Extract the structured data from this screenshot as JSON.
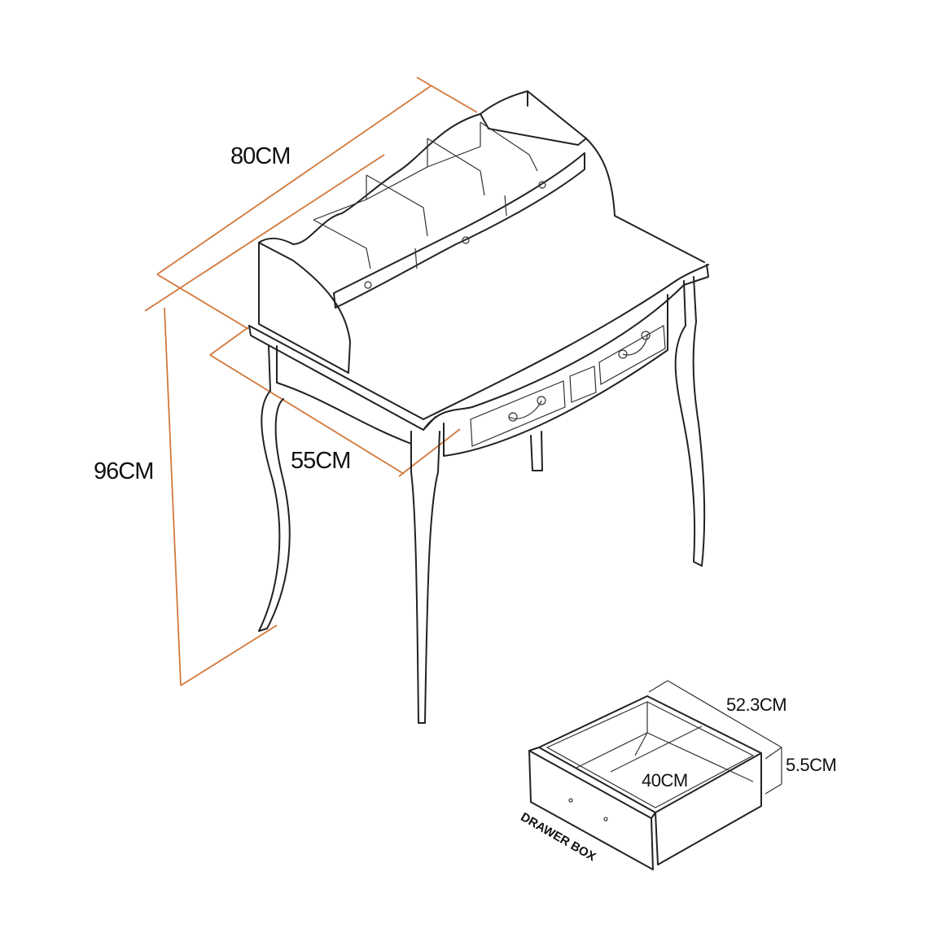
{
  "title": "Writing desk with hutch – dimensions",
  "colors": {
    "dimension_line": "#d2783c",
    "ink": "#222222"
  },
  "dimensions": {
    "width": "80CM",
    "depth": "55CM",
    "height": "96CM"
  },
  "drawer_box": {
    "label": "DRAWER BOX",
    "length": "52.3CM",
    "height": "5.5CM",
    "width": "40CM"
  }
}
